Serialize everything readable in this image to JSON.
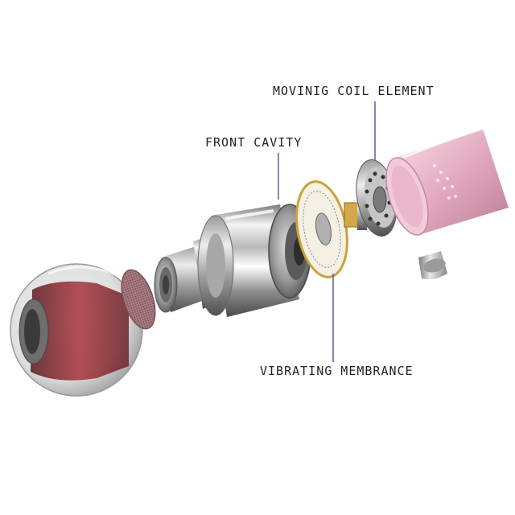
{
  "labels": {
    "moving_coil_element": "MOVINIG COIL ELEMENT",
    "front_cavity": "FRONT CAVITY",
    "vibrating_membrane": "VIBRATING MEMBRANCE"
  },
  "colors": {
    "leader_line": "#5a5f9a",
    "metal_light": "#f2f2f2",
    "metal_dark": "#5c5c5c",
    "pink_shell": "#e8b8cc",
    "eartip_red": "#8a2a30",
    "mesh": "#9b6a72",
    "gold_ring": "#c9a23a"
  }
}
